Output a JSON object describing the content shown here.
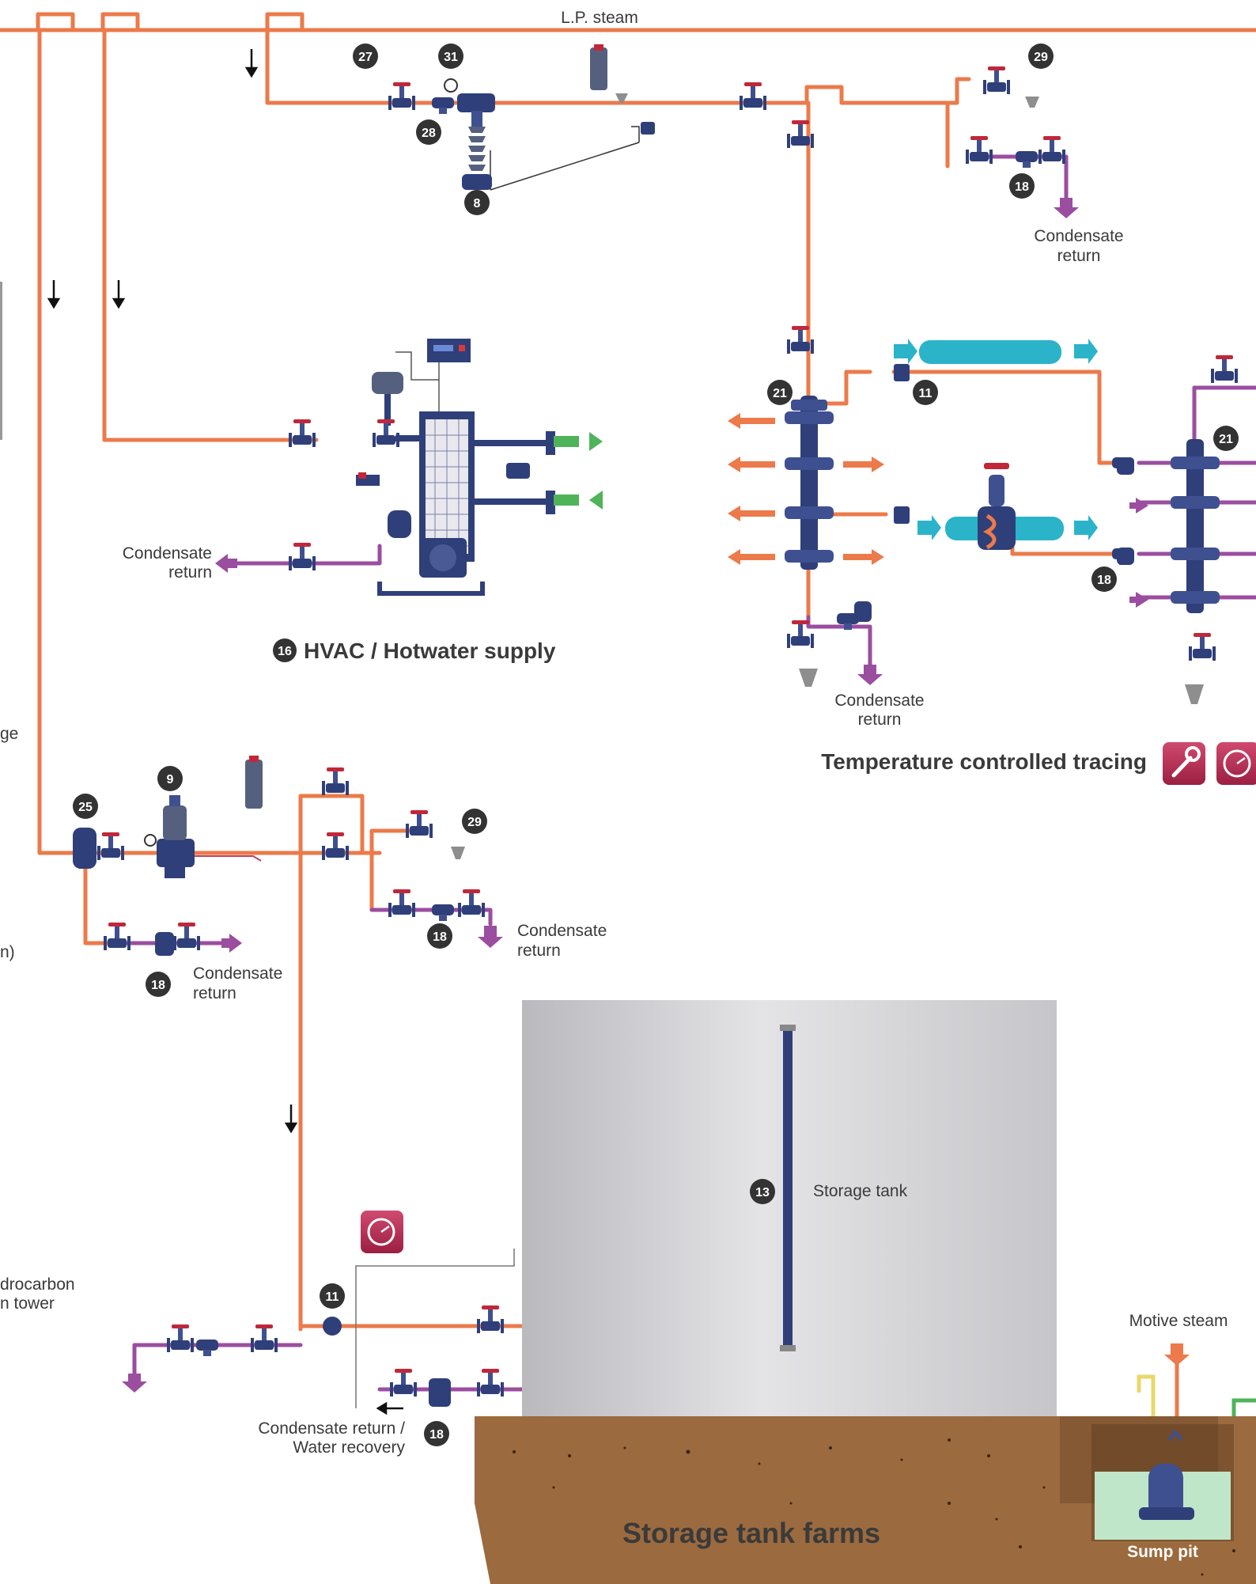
{
  "colors": {
    "steam": "#ec7a4a",
    "condensate": "#9b4da0",
    "hot_water": "#4fb35a",
    "tracing_product": "#2bb3c9",
    "valve": "#2f3f7a",
    "badge": "#333333",
    "tank": "#c9c9cd",
    "ground": "#9b6a3e",
    "icon_maroon": "#b2294f",
    "motive_yellow": "#e9d86a"
  },
  "labels": {
    "lp_steam": "L.P. steam",
    "cond_return_top_right_1": "Condensate",
    "cond_return_top_right_2": "return",
    "cond_return_hvac_1": "Condensate",
    "cond_return_hvac_2": "return",
    "cond_return_tracing_1": "Condensate",
    "cond_return_tracing_2": "return",
    "cond_return_mid_1": "Condensate",
    "cond_return_mid_2": "return",
    "cond_return_left_1": "Condensate",
    "cond_return_left_2": "return",
    "cond_recovery_1": "Condensate return /",
    "cond_recovery_2": "Water recovery",
    "storage_tank": "Storage tank",
    "motive_steam": "Motive steam",
    "sump_pit": "Sump pit",
    "edge_ge": "ge",
    "edge_n": "n)",
    "edge_hydrocarbon_1": "drocarbon",
    "edge_hydrocarbon_2": "n tower"
  },
  "titles": {
    "hvac_num": "16",
    "hvac": "HVAC / Hotwater supply",
    "tracing": "Temperature controlled tracing",
    "storage": "Storage tank farms"
  },
  "badges": {
    "b27": "27",
    "b31": "31",
    "b28": "28",
    "b8": "8",
    "b29a": "29",
    "b18a": "18",
    "b21a": "21",
    "b11a": "11",
    "b21b": "21",
    "b18b": "18",
    "b9": "9",
    "b25": "25",
    "b29b": "29",
    "b18c": "18",
    "b18d": "18",
    "b13": "13",
    "b11b": "11",
    "b18e": "18"
  },
  "icons": {
    "wrench": "wrench-icon",
    "timer": "timer-icon"
  }
}
